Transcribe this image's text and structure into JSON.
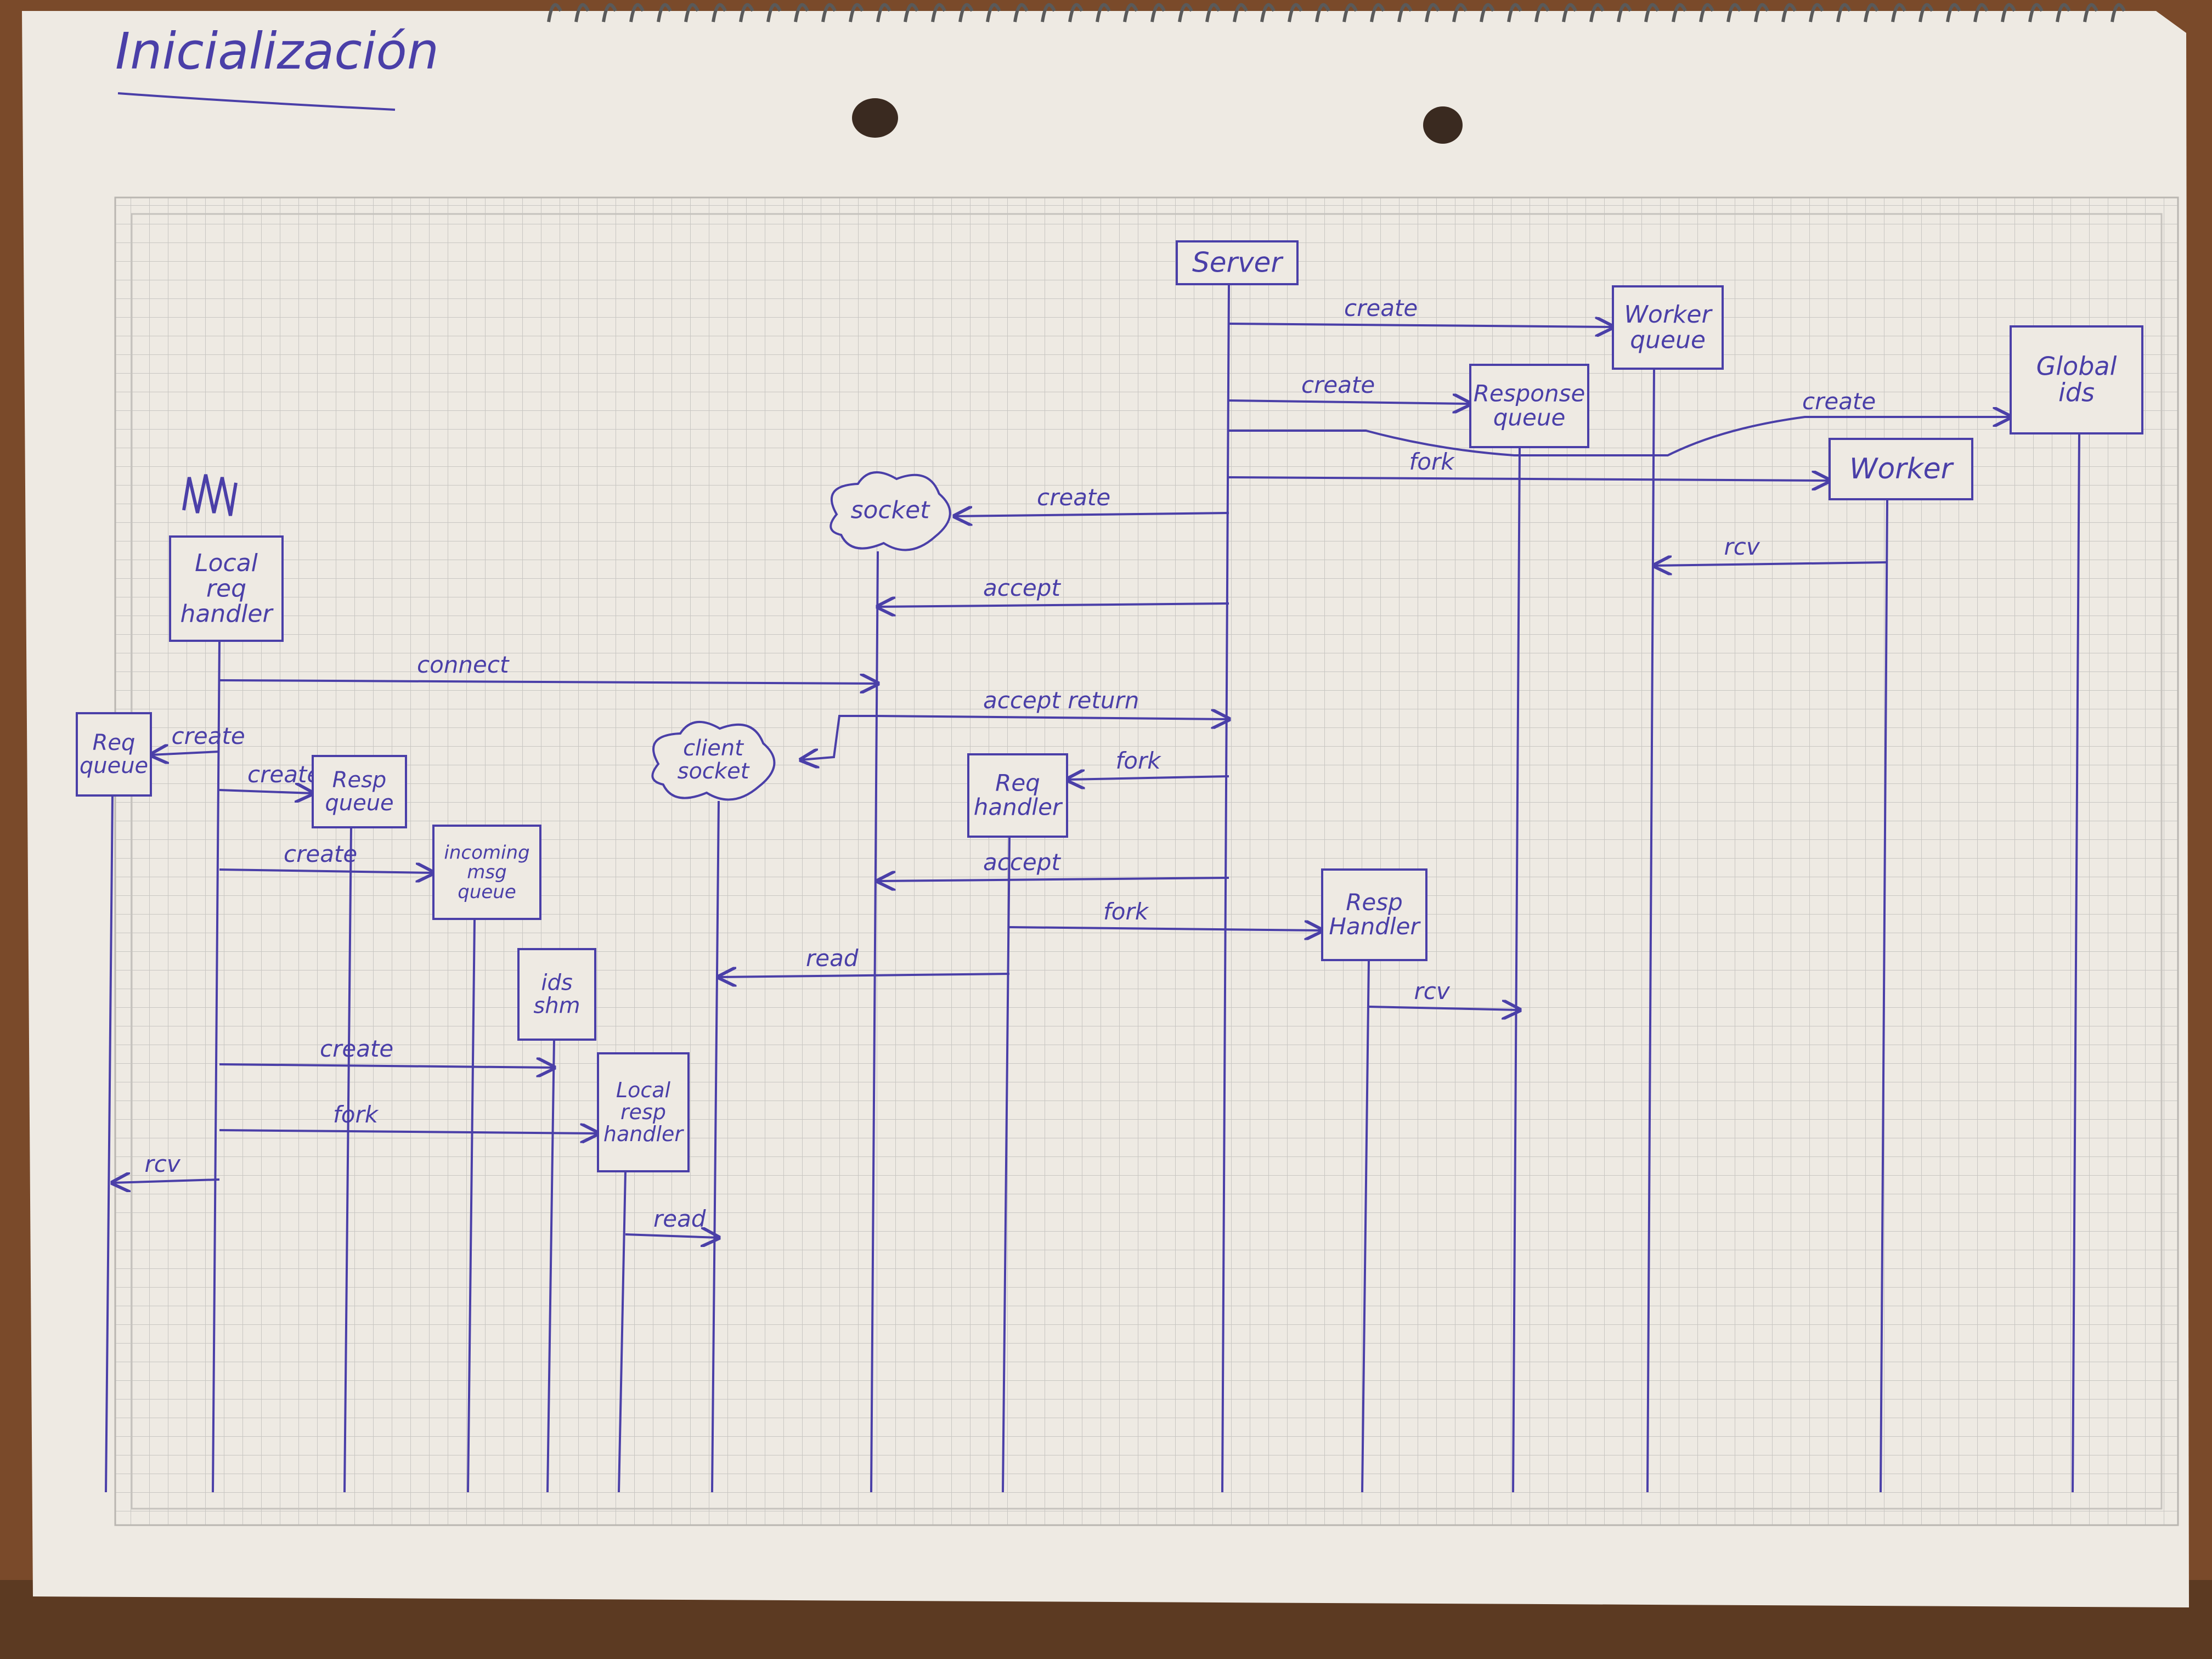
{
  "title": "Inicialización",
  "colors": {
    "ink": "#4a3fa8",
    "paper": "#eeeae3",
    "grid": "#c8c6c2",
    "table": "#7a4a2a"
  },
  "participants": [
    {
      "id": "local_req_handler",
      "lines": [
        "Local",
        "req",
        "handler"
      ],
      "shape": "box"
    },
    {
      "id": "req_queue",
      "lines": [
        "Req",
        "queue"
      ],
      "shape": "box"
    },
    {
      "id": "resp_queue",
      "lines": [
        "Resp",
        "queue"
      ],
      "shape": "box"
    },
    {
      "id": "incoming_msg_queue",
      "lines": [
        "incoming",
        "msg",
        "queue"
      ],
      "shape": "box"
    },
    {
      "id": "ids_shm",
      "lines": [
        "ids",
        "shm"
      ],
      "shape": "box"
    },
    {
      "id": "local_resp_handler",
      "lines": [
        "Local",
        "resp",
        "handler"
      ],
      "shape": "box"
    },
    {
      "id": "client_socket",
      "lines": [
        "client",
        "socket"
      ],
      "shape": "cloud"
    },
    {
      "id": "socket",
      "lines": [
        "socket"
      ],
      "shape": "cloud"
    },
    {
      "id": "req_handler",
      "lines": [
        "Req",
        "handler"
      ],
      "shape": "box"
    },
    {
      "id": "server",
      "lines": [
        "Server"
      ],
      "shape": "box"
    },
    {
      "id": "resp_handler",
      "lines": [
        "Resp",
        "Handler"
      ],
      "shape": "box"
    },
    {
      "id": "response_queue",
      "lines": [
        "Response",
        "queue"
      ],
      "shape": "box"
    },
    {
      "id": "worker_queue",
      "lines": [
        "Worker",
        "queue"
      ],
      "shape": "box"
    },
    {
      "id": "worker",
      "lines": [
        "Worker"
      ],
      "shape": "box"
    },
    {
      "id": "global_ids",
      "lines": [
        "Global",
        "ids"
      ],
      "shape": "box"
    }
  ],
  "messages": [
    {
      "from": "server",
      "to": "worker_queue",
      "label": "create"
    },
    {
      "from": "server",
      "to": "response_queue",
      "label": "create"
    },
    {
      "from": "server",
      "to": "global_ids",
      "label": "create"
    },
    {
      "from": "server",
      "to": "worker",
      "label": "fork"
    },
    {
      "from": "server",
      "to": "socket",
      "label": "create"
    },
    {
      "from": "worker",
      "to": "worker_queue",
      "label": "rcv"
    },
    {
      "from": "server",
      "to": "socket",
      "label": "accept"
    },
    {
      "from": "local_req_handler",
      "to": "socket",
      "label": "connect"
    },
    {
      "from": "socket",
      "to": "server",
      "label": "accept return"
    },
    {
      "from": "socket",
      "to": "client_socket",
      "label": ""
    },
    {
      "from": "local_req_handler",
      "to": "req_queue",
      "label": "create"
    },
    {
      "from": "local_req_handler",
      "to": "resp_queue",
      "label": "create"
    },
    {
      "from": "server",
      "to": "req_handler",
      "label": "fork"
    },
    {
      "from": "local_req_handler",
      "to": "incoming_msg_queue",
      "label": "create"
    },
    {
      "from": "server",
      "to": "socket",
      "label": "accept"
    },
    {
      "from": "req_handler",
      "to": "resp_handler",
      "label": "fork"
    },
    {
      "from": "req_handler",
      "to": "client_socket",
      "label": "read"
    },
    {
      "from": "resp_handler",
      "to": "response_queue",
      "label": "rcv"
    },
    {
      "from": "local_req_handler",
      "to": "ids_shm",
      "label": "create"
    },
    {
      "from": "local_req_handler",
      "to": "local_resp_handler",
      "label": "fork"
    },
    {
      "from": "local_req_handler",
      "to": "req_queue",
      "label": "rcv"
    },
    {
      "from": "local_resp_handler",
      "to": "client_socket",
      "label": "read"
    }
  ]
}
